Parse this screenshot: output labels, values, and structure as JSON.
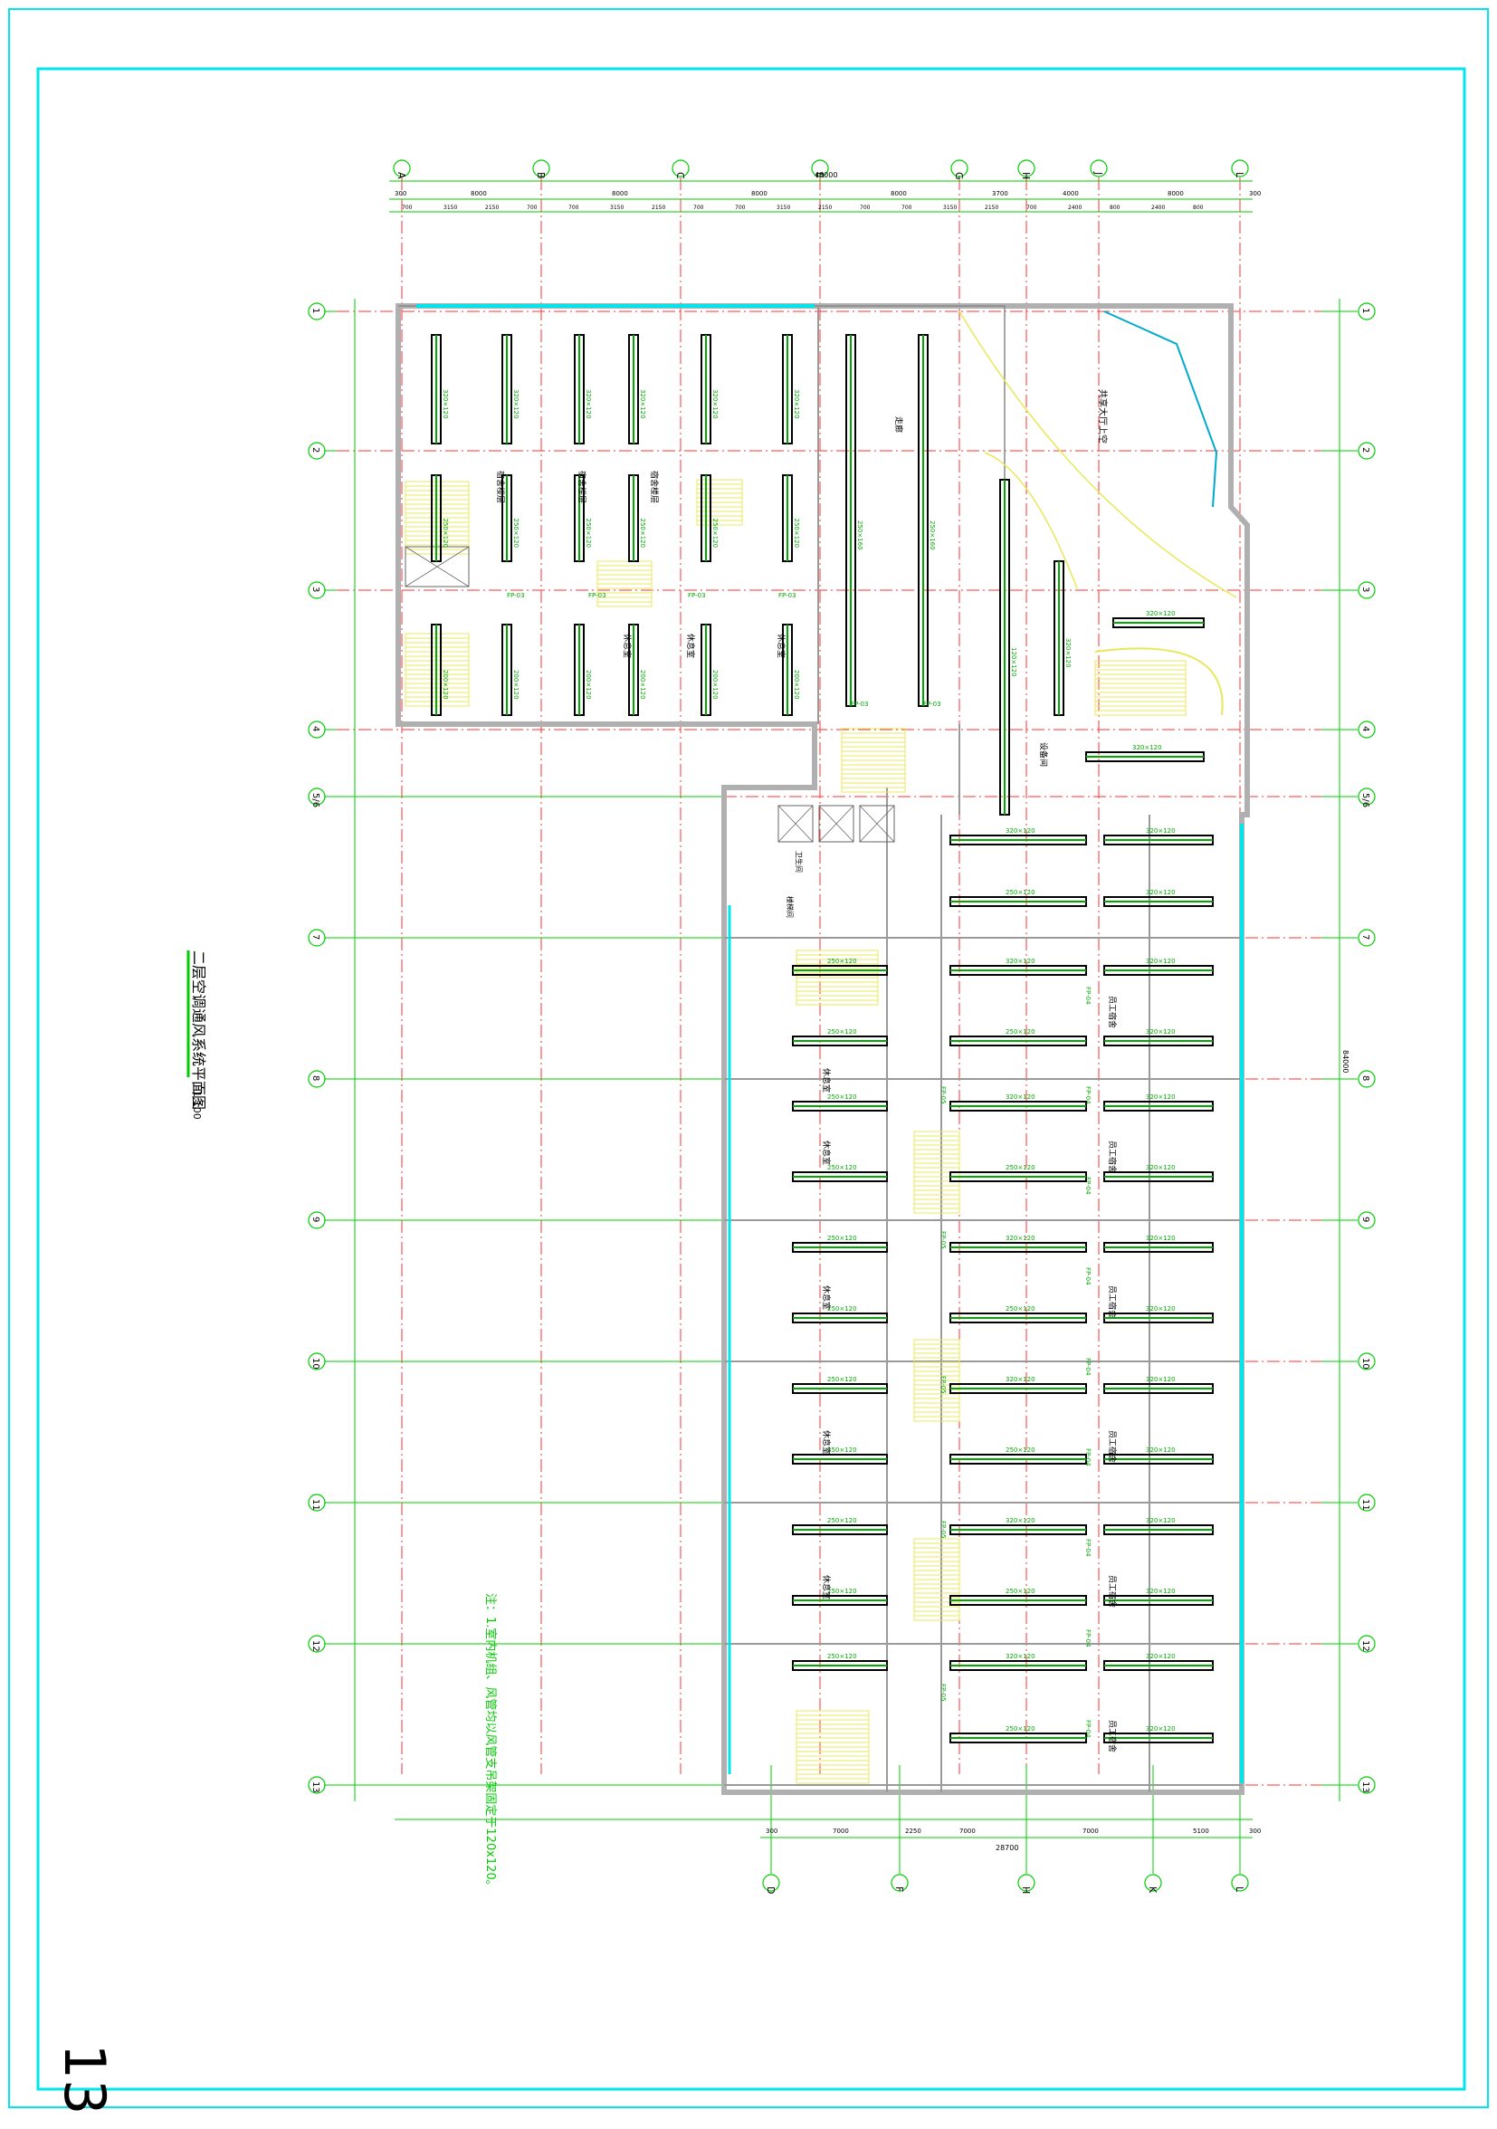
{
  "drawing": {
    "title": "二层空调通风系统平面图",
    "scale": "1:100",
    "page_number": "13",
    "note": "注：1.室内机组、风管均以风管支吊架固定于120x120。",
    "total_width_top": "48000",
    "total_width_bottom": "28700",
    "total_height": "84000"
  },
  "axes": {
    "top": [
      "A",
      "B",
      "C",
      "E",
      "G",
      "H",
      "J",
      "L"
    ],
    "bottom": [
      "D",
      "F",
      "H",
      "K",
      "L"
    ],
    "left": [
      "1",
      "2",
      "3",
      "4",
      "5/6",
      "7",
      "8",
      "9",
      "10",
      "11",
      "12",
      "13"
    ]
  },
  "dims_top": [
    "300",
    "8000",
    "8000",
    "8000",
    "8000",
    "3700",
    "4000",
    "8000",
    "300"
  ],
  "dims_sub": [
    "700",
    "3150",
    "2150",
    "700",
    "700",
    "3150",
    "2150",
    "700",
    "700",
    "3150",
    "2150",
    "700",
    "700",
    "3150",
    "2150",
    "700",
    "2400",
    "800",
    "2400",
    "800"
  ],
  "dims_bottom": [
    "300",
    "7000",
    "2250",
    "7000",
    "7000",
    "5100",
    "300"
  ],
  "room_labels": {
    "office_dorm": "宿舍楼层",
    "rest": "休息室",
    "toilet": "卫生间",
    "stair": "楼梯间",
    "corridor": "走廊",
    "equipment": "设备间",
    "sky": "共享大厅上空",
    "meeting": "员工宿舍"
  },
  "duct_sizes": {
    "a": "320×120",
    "b": "250×120",
    "c": "200×120",
    "d": "250×160",
    "e": "120×120"
  },
  "unit_tags": {
    "fp03": "FP-03",
    "fp04": "FP-04",
    "fp05": "FP-05"
  },
  "colors": {
    "frame": "#00e5ee",
    "axis": "#ff3333",
    "dim": "#00cc00",
    "wall": "#b0b0b0",
    "duct": "#00aa00",
    "stair": "#e8e85a",
    "text": "#000000"
  }
}
